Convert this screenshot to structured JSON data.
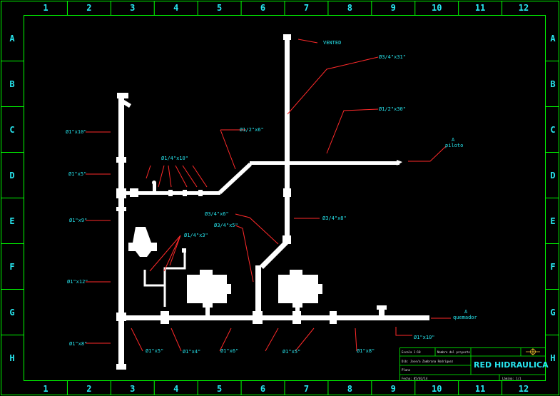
{
  "grid": {
    "columns": [
      "1",
      "2",
      "3",
      "4",
      "5",
      "6",
      "7",
      "8",
      "9",
      "10",
      "11",
      "12"
    ],
    "rows": [
      "A",
      "B",
      "C",
      "D",
      "E",
      "F",
      "G",
      "H"
    ]
  },
  "labels": {
    "vented": "VENTED",
    "d34x31": "Ø3/4\"x31\"",
    "d12x30": "Ø1/2\"x30\"",
    "a_piloto": "A",
    "piloto": "piloto",
    "d1x10": "Ø1\"x10\"",
    "d12x6": "Ø1/2\"x6\"",
    "d14x10": "Ø1/4\"x10\"",
    "d1x5": "Ø1\"x5\"",
    "d34x6": "Ø3/4\"x6\"",
    "d34x5_left": "Ø3/4\"x5\"",
    "d34x8": "Ø3/4\"x8\"",
    "d1x9": "Ø1\"x9\"",
    "d14x3": "Ø1/4\"x3\"",
    "d1x12": "Ø1\"x12\"",
    "d1x8_left": "Ø1\"x8\"",
    "a_quemador": "A",
    "quemador": "quemador",
    "d1x10_bottom": "Ø1\"x10\"",
    "d1x5_bottom1": "Ø1\"x5\"",
    "d1x4": "Ø1\"x4\"",
    "d1x6": "Ø1\"x6\"",
    "d1x5_bottom2": "Ø1\"x5\"",
    "d1x8_bottom": "Ø1\"x8\""
  },
  "title_block": {
    "brand": "RED HIDRAULICA",
    "scale": "Escala 1:10",
    "project": "Nombre del proyecto",
    "drawn_by": "Dib: Jose/a Zambrana Rodriguez",
    "date": "Fecha: 05/02/14",
    "sheet": "Lámina: 1/1",
    "field": "Plano"
  },
  "colors": {
    "frame": "#00ff00",
    "text": "#27e6ef",
    "pipe": "#ffffff",
    "leader": "#ff2a2a"
  }
}
